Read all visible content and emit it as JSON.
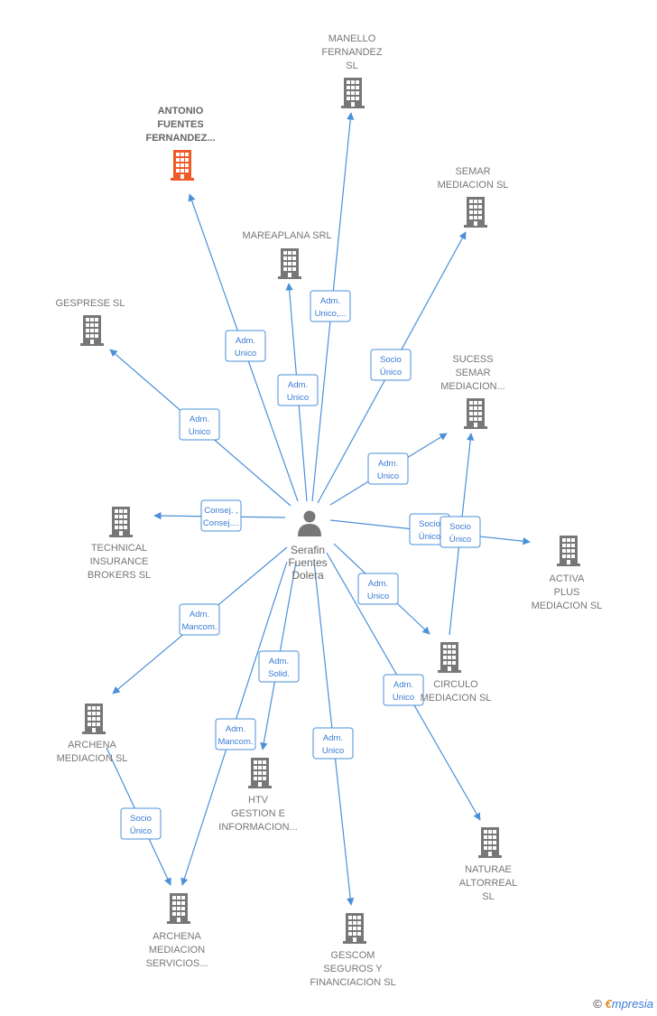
{
  "colors": {
    "edge": "#4a90d9",
    "building": "#777777",
    "highlight": "#f05a28",
    "person": "#777777"
  },
  "center": {
    "name": "center",
    "lines": [
      "Serafin",
      "Fuentes",
      "Dolera"
    ]
  },
  "nodes": [
    {
      "id": "antonio",
      "lines": [
        "ANTONIO",
        "FUENTES",
        "FERNANDEZ..."
      ],
      "highlight": true
    },
    {
      "id": "manello",
      "lines": [
        "MANELLO",
        "FERNANDEZ",
        "SL"
      ]
    },
    {
      "id": "semar",
      "lines": [
        "SEMAR",
        "MEDIACION  SL"
      ]
    },
    {
      "id": "mareaplana",
      "lines": [
        "MAREAPLANA SRL"
      ]
    },
    {
      "id": "gesprese",
      "lines": [
        "GESPRESE SL"
      ]
    },
    {
      "id": "sucess",
      "lines": [
        "SUCESS",
        "SEMAR",
        "MEDIACION..."
      ]
    },
    {
      "id": "technical",
      "lines": [
        "TECHNICAL",
        "INSURANCE",
        "BROKERS  SL"
      ]
    },
    {
      "id": "activa",
      "lines": [
        "ACTIVA",
        "PLUS",
        "MEDIACION SL"
      ]
    },
    {
      "id": "circulo",
      "lines": [
        "CIRCULO",
        "MEDIACION SL"
      ]
    },
    {
      "id": "archena",
      "lines": [
        "ARCHENA",
        "MEDIACION  SL"
      ]
    },
    {
      "id": "htv",
      "lines": [
        "HTV",
        "GESTION E",
        "INFORMACION..."
      ]
    },
    {
      "id": "naturae",
      "lines": [
        "NATURAE",
        "ALTORREAL",
        "SL"
      ]
    },
    {
      "id": "archena_serv",
      "lines": [
        "ARCHENA",
        "MEDIACION",
        "SERVICIOS..."
      ]
    },
    {
      "id": "gescom",
      "lines": [
        "GESCOM",
        "SEGUROS Y",
        "FINANCIACION SL"
      ]
    }
  ],
  "edges": [
    {
      "id": "e-antonio",
      "lines": [
        "Adm.",
        "Unico"
      ]
    },
    {
      "id": "e-manello",
      "lines": [
        "Adm.",
        "Unico,..."
      ]
    },
    {
      "id": "e-mareaplana",
      "lines": [
        "Adm.",
        "Unico"
      ]
    },
    {
      "id": "e-semar",
      "lines": [
        "Socio",
        "Único"
      ]
    },
    {
      "id": "e-gesprese",
      "lines": [
        "Adm.",
        "Unico"
      ]
    },
    {
      "id": "e-sucess",
      "lines": [
        "Adm.",
        "Unico"
      ]
    },
    {
      "id": "e-technical",
      "lines": [
        "Consej. ,",
        "Consej...."
      ]
    },
    {
      "id": "e-activa",
      "lines": [
        "Socio",
        "Único"
      ]
    },
    {
      "id": "e-circulo-sucess",
      "lines": [
        "Socio",
        "Único"
      ]
    },
    {
      "id": "e-circulo",
      "lines": [
        "Adm.",
        "Unico"
      ]
    },
    {
      "id": "e-archena",
      "lines": [
        "Adm.",
        "Mancom."
      ]
    },
    {
      "id": "e-htv",
      "lines": [
        "Adm.",
        "Solid."
      ]
    },
    {
      "id": "e-archena-serv",
      "lines": [
        "Adm.",
        "Mancom."
      ]
    },
    {
      "id": "e-gescom",
      "lines": [
        "Adm.",
        "Unico"
      ]
    },
    {
      "id": "e-naturae",
      "lines": [
        "Adm.",
        "Unico"
      ]
    },
    {
      "id": "e-archena-archserv",
      "lines": [
        "Socio",
        "Único"
      ]
    }
  ],
  "footer": {
    "copyright": "©",
    "brand_first": "€",
    "brand_rest": "mpresia"
  }
}
